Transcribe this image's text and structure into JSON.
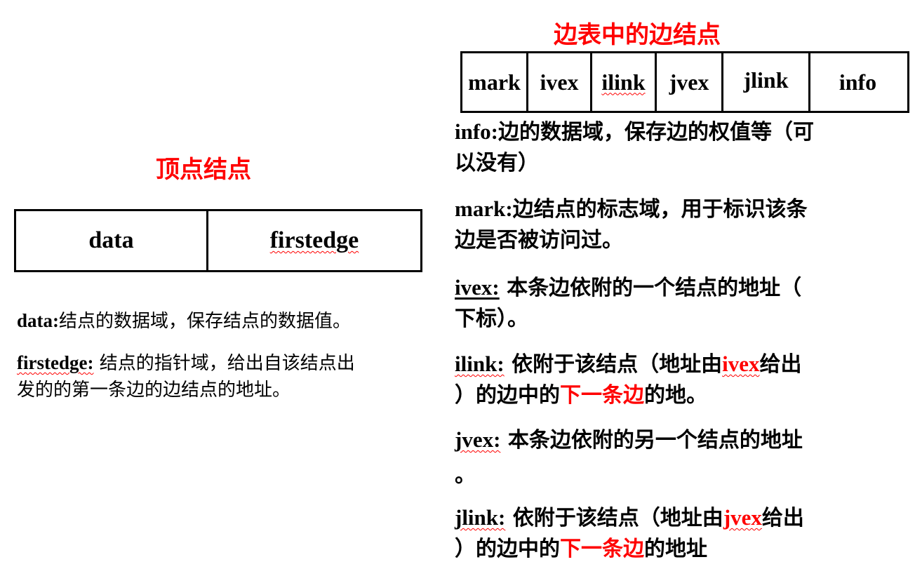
{
  "vertex": {
    "heading": "顶点结点",
    "fields": [
      "data",
      "firstedge"
    ],
    "desc_data": {
      "term": "data:",
      "text": "结点的数据域，保存结点的数据值。"
    },
    "desc_firstedge": {
      "term": "firstedge:",
      "line1": " 结点的指针域，给出自该结点出",
      "line2": "发的的第一条边的边结点的地址。"
    }
  },
  "edge": {
    "heading": "边表中的边结点",
    "fields": [
      "mark",
      "ivex",
      "ilink",
      "jvex",
      "jlink",
      "info"
    ],
    "desc_info": {
      "term": "info:",
      "line1": "边的数据域，保存边的权值等（可",
      "line2": "以没有）"
    },
    "desc_mark": {
      "term": "mark:",
      "line1": "边结点的标志域，用于标识该条",
      "line2": "边是否被访问过。"
    },
    "desc_ivex": {
      "term": "ivex:",
      "line1": " 本条边依附的一个结点的地址（",
      "line2": "下标）。"
    },
    "desc_ilink": {
      "term": "ilink:",
      "line1_a": " 依附于该结点（地址由",
      "line1_ref": "ivex",
      "line1_b": "给出",
      "line2_a": "）的边中的",
      "line2_red": "下一条边",
      "line2_b": "的地。"
    },
    "desc_jvex": {
      "term": "jvex:",
      "line1": " 本条边依附的另一个结点的地址",
      "line2": "。"
    },
    "desc_jlink": {
      "term": "jlink:",
      "line1_a": " 依附于该结点（地址由",
      "line1_ref": "jvex",
      "line1_b": "给出",
      "line2_a": "）的边中的",
      "line2_red": "下一条边",
      "line2_b": "的地址"
    }
  },
  "colors": {
    "accent": "#ff0000",
    "text": "#000000",
    "background": "#ffffff"
  }
}
